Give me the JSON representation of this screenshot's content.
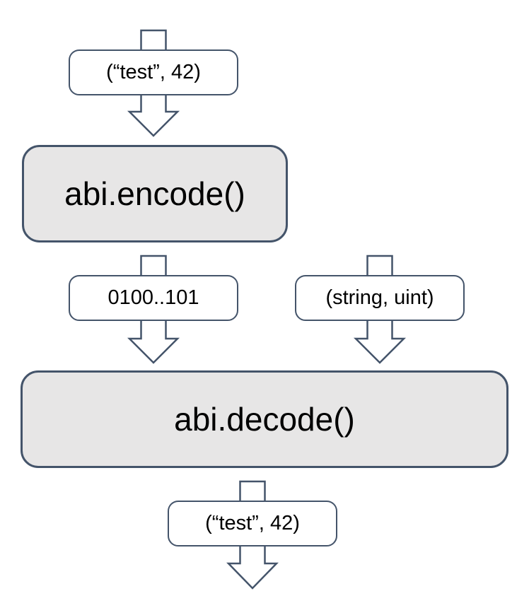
{
  "diagram": {
    "type": "flowchart",
    "colors": {
      "stroke": "#44546A",
      "box_fill": "#E7E6E6",
      "pill_fill": "#FFFFFF",
      "text": "#000000",
      "background": "#FFFFFF"
    },
    "nodes": {
      "input_tuple": "(“test”, 42)",
      "encode_fn": "abi.encode()",
      "encoded_bytes": "0100..101",
      "type_tuple": "(string, uint)",
      "decode_fn": "abi.decode()",
      "output_tuple": "(“test”, 42)"
    },
    "edges": [
      "input_tuple -> encode_fn",
      "encode_fn -> encoded_bytes",
      "encoded_bytes -> decode_fn",
      "type_tuple -> decode_fn",
      "decode_fn -> output_tuple",
      "output_tuple -> out"
    ]
  }
}
